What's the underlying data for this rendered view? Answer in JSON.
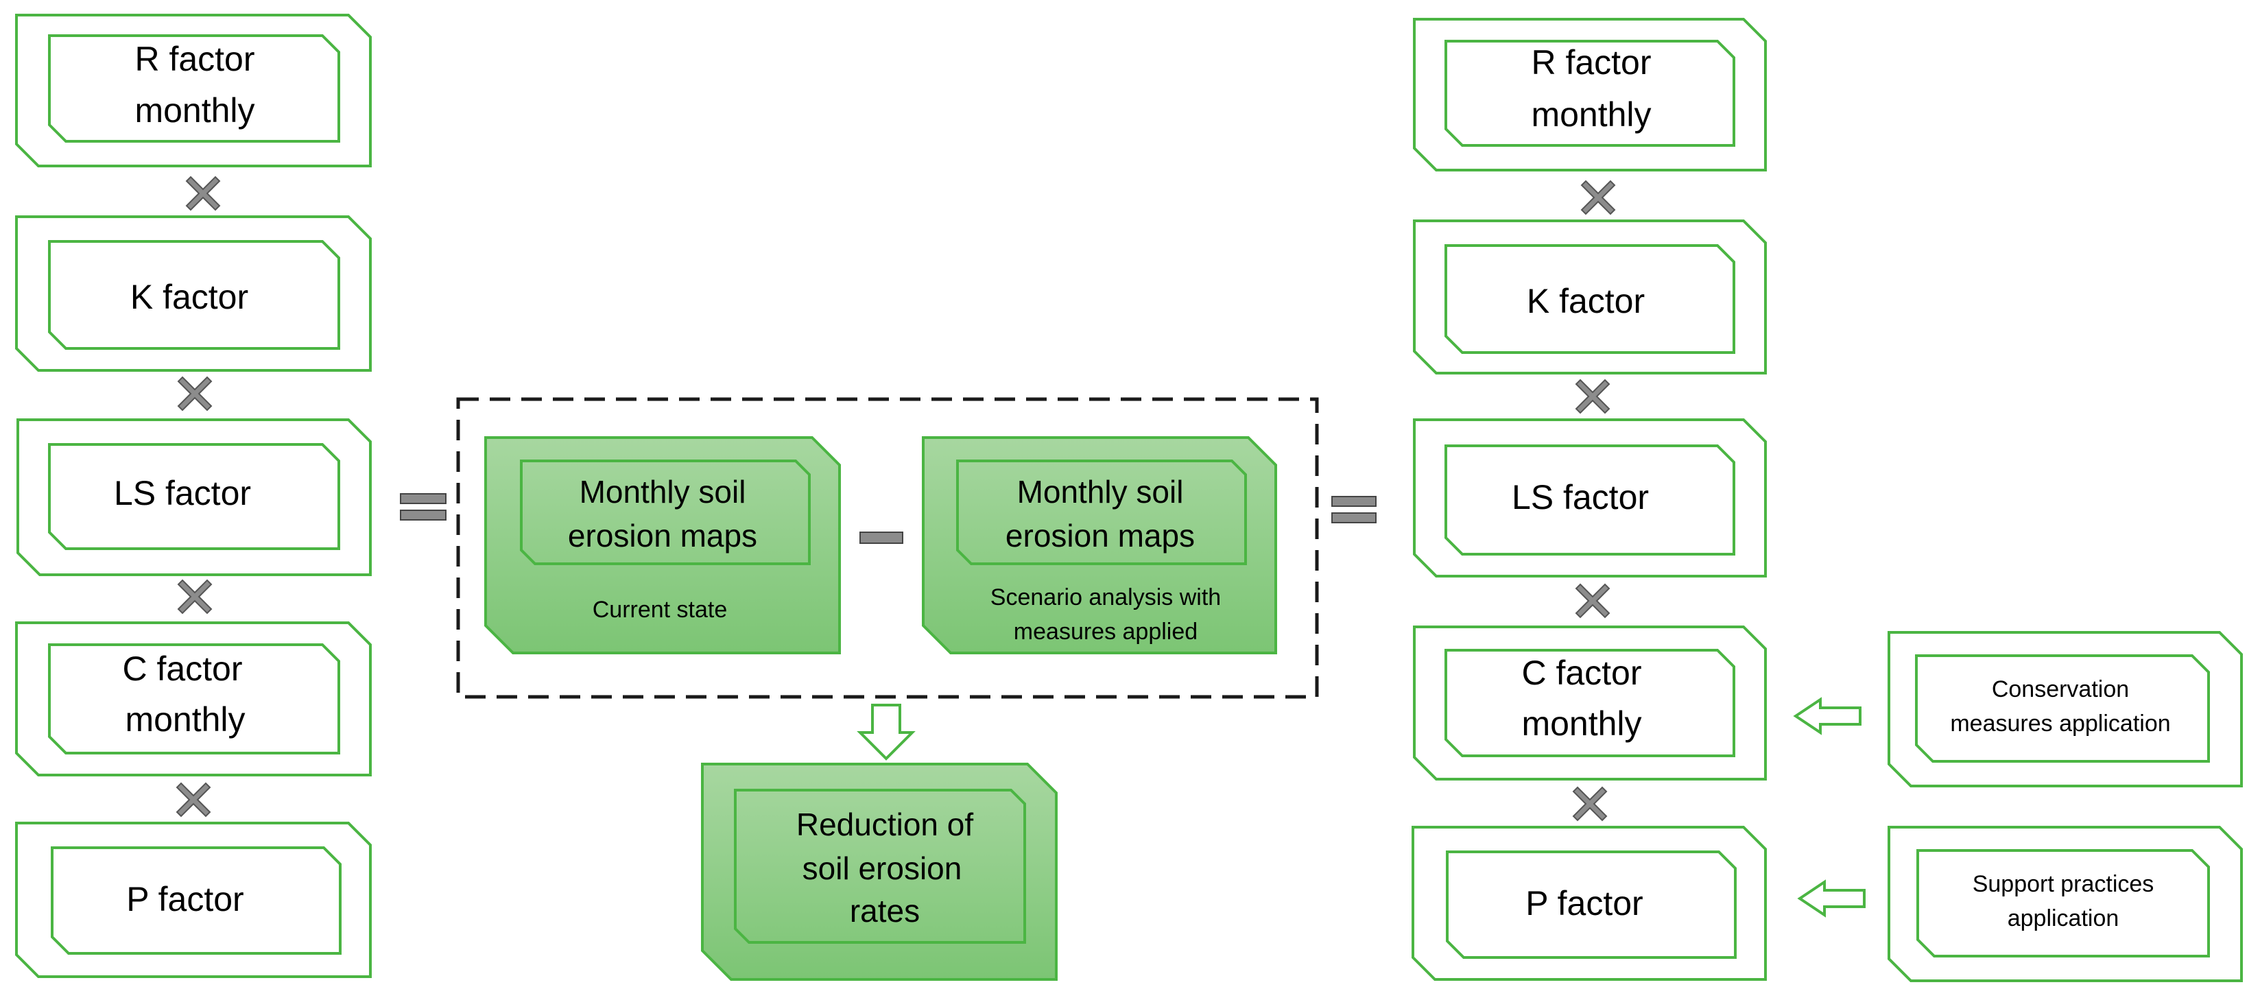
{
  "colors": {
    "green_stroke": "#4bb543",
    "green_fill_top": "#a7d7a0",
    "green_fill_bottom": "#7cc574",
    "operator_gray": "#8c8c8c",
    "dash_border": "#1a1a1a"
  },
  "left_column": [
    {
      "label_lines": [
        "R factor",
        "monthly"
      ]
    },
    {
      "label_lines": [
        "K factor"
      ]
    },
    {
      "label_lines": [
        "LS factor"
      ]
    },
    {
      "label_lines": [
        "C factor",
        "monthly"
      ]
    },
    {
      "label_lines": [
        "P factor"
      ]
    }
  ],
  "right_column": [
    {
      "label_lines": [
        "R factor",
        "monthly"
      ]
    },
    {
      "label_lines": [
        "K factor"
      ]
    },
    {
      "label_lines": [
        "LS factor"
      ]
    },
    {
      "label_lines": [
        "C factor",
        "monthly"
      ]
    },
    {
      "label_lines": [
        "P factor"
      ]
    }
  ],
  "center": {
    "map_current": {
      "title_lines": [
        "Monthly soil",
        "erosion maps"
      ],
      "caption_lines": [
        "Current state"
      ]
    },
    "map_scenario": {
      "title_lines": [
        "Monthly soil",
        "erosion maps"
      ],
      "caption_lines": [
        "Scenario analysis with",
        "measures applied"
      ]
    },
    "result": {
      "label_lines": [
        "Reduction of",
        "soil erosion",
        "rates"
      ]
    }
  },
  "inputs": [
    {
      "label_lines": [
        "Conservation",
        "measures application"
      ]
    },
    {
      "label_lines": [
        "Support practices",
        "application"
      ]
    }
  ],
  "icons": {
    "multiply": "multiply-icon",
    "equals": "equals-icon",
    "minus": "minus-icon",
    "arrow_down": "arrow-down-icon",
    "arrow_left": "arrow-left-icon"
  }
}
